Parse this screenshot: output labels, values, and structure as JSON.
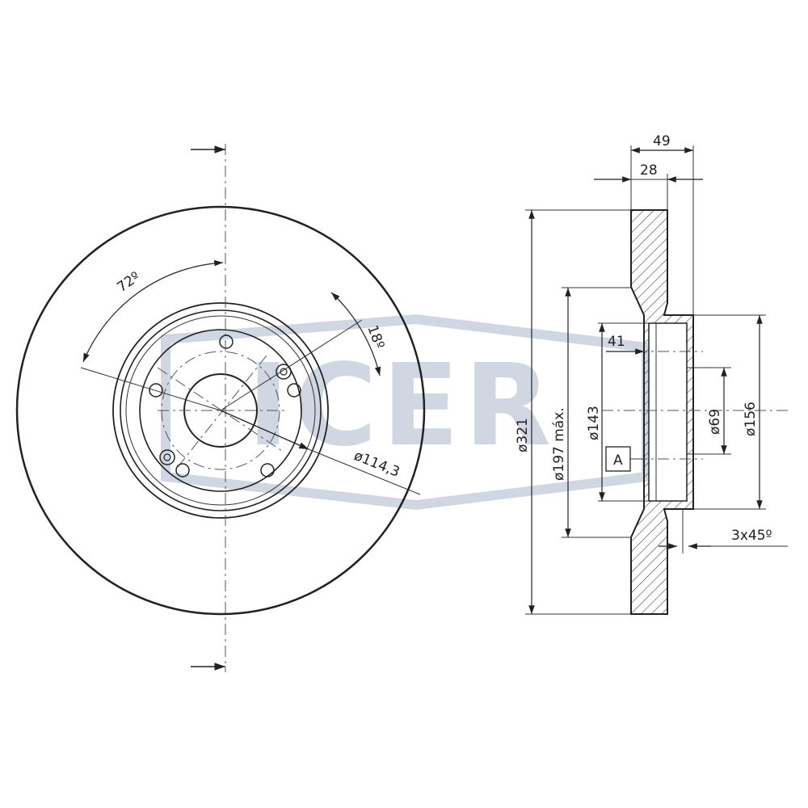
{
  "logo": {
    "text": "ICER",
    "color": "#d0d6e2"
  },
  "front_view": {
    "bolt_angle_label": "72º",
    "offset_angle_label": "18º",
    "pcd_label": "ø114,3"
  },
  "side_view": {
    "overall_height_label": "49",
    "disc_thickness_label": "28",
    "diameter_321_label": "ø321",
    "diameter_197_label": "ø197 máx.",
    "diameter_143_label": "ø143",
    "hub_height_label": "41",
    "datum_label": "A",
    "centre_bore_label": "ø69",
    "diameter_156_label": "ø156",
    "chamfer_label": "3x45º"
  },
  "colors": {
    "line": "#222222",
    "hatch": "#444444",
    "watermark": "#d0d6e2"
  }
}
